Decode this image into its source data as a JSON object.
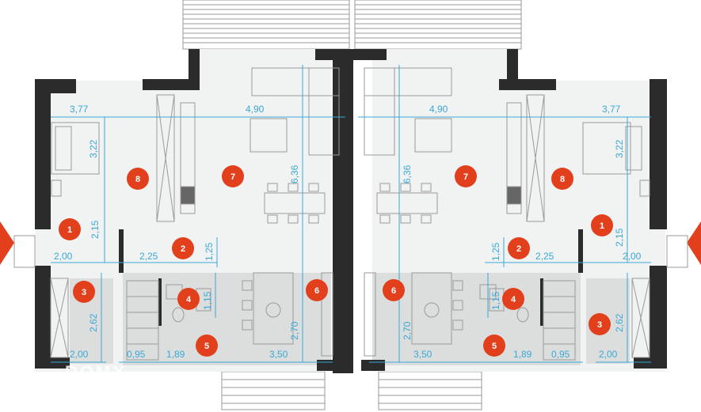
{
  "watermark": "DOMY",
  "colors": {
    "wall": "#2b2b2b",
    "floor_light": "#f1f2f2",
    "floor_grey": "#dcdddd",
    "dimension": "#3aa9d8",
    "marker": "#e2401c",
    "furniture": "#9a9a9a"
  },
  "dimensions": [
    "3,77",
    "4,90",
    "4,90",
    "3,77",
    "3,22",
    "6,36",
    "6,36",
    "3,22",
    "2,15",
    "2,15",
    "1,25",
    "1,25",
    "2,00",
    "2,25",
    "2,25",
    "2,00",
    "2,62",
    "1,15",
    "2,70",
    "2,70",
    "1,15",
    "2,62",
    "2,00",
    "0,95",
    "1,89",
    "3,50",
    "3,50",
    "1,89",
    "0,95",
    "2,00"
  ],
  "room_numbers": [
    "8",
    "7",
    "1",
    "2",
    "3",
    "4",
    "6",
    "5",
    "7",
    "8",
    "1",
    "2",
    "6",
    "4",
    "3",
    "5"
  ]
}
